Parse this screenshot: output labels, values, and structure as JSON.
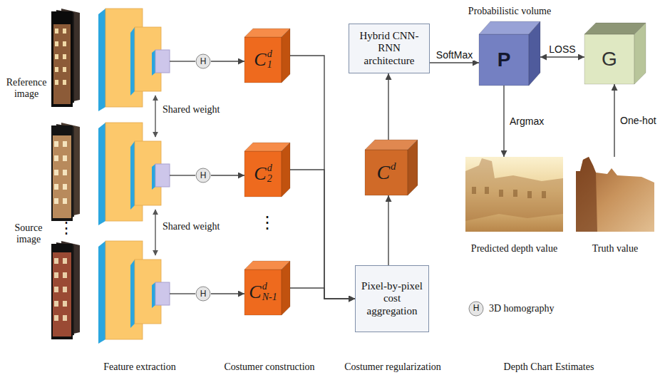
{
  "diagram": {
    "nodes": [
      {
        "text": [
          "H"
        ]
      },
      {
        "text": [
          "C",
          "d",
          "1"
        ]
      },
      {
        "text": [
          "H"
        ]
      },
      {
        "text": [
          "C",
          "d",
          "2"
        ]
      },
      {
        "text": [
          "H"
        ]
      },
      {
        "text": [
          "C",
          "d",
          "N-1"
        ]
      },
      {
        "text": [
          "Pixel-by-pixel cost aggregation"
        ]
      },
      {
        "text": [
          "C",
          "d"
        ]
      },
      {
        "text": [
          "Hybrid CNN-RNN architecture"
        ]
      },
      {
        "text": [
          "P"
        ]
      },
      {
        "text": [
          "G"
        ]
      },
      {
        "text": [
          "Predicted depth value"
        ]
      },
      {
        "text": [
          "Truth value"
        ]
      }
    ],
    "edges": [
      {
        "from": 0,
        "to": 1,
        "arrow": "to"
      },
      {
        "from": 2,
        "to": 3,
        "arrow": "to"
      },
      {
        "from": 4,
        "to": 5,
        "arrow": "to"
      },
      {
        "from": 1,
        "to": 6,
        "arrow": "to"
      },
      {
        "from": 3,
        "to": 6,
        "arrow": "to"
      },
      {
        "from": 5,
        "to": 6,
        "arrow": "to"
      },
      {
        "from": 6,
        "to": 7,
        "arrow": "to"
      },
      {
        "from": 7,
        "to": 8,
        "arrow": "to"
      },
      {
        "from": 8,
        "to": 9,
        "arrow": "to",
        "label": "SoftMax"
      },
      {
        "from": 9,
        "to": 10,
        "arrow": "both",
        "label": "LOSS"
      },
      {
        "from": 9,
        "to": 11,
        "arrow": "to",
        "label": "Argmax"
      },
      {
        "from": 12,
        "to": 10,
        "arrow": "to",
        "label": "One-hot"
      }
    ],
    "labels": [
      "Reference image",
      "Shared weight",
      "Shared weight",
      "Source image",
      "⋮",
      "⋮",
      "Probabilistic volume",
      "Feature extraction",
      "Costumer construction",
      "Costumer regularization",
      "Depth Chart Estimates",
      "H"
    ],
    "legend": [
      {
        "text": "3D homography"
      }
    ]
  }
}
